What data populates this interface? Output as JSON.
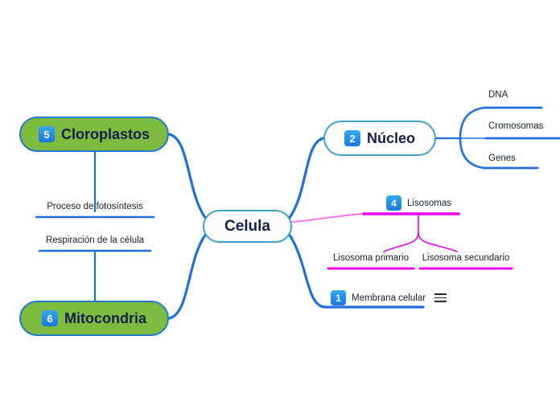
{
  "diagram": {
    "title": "Celula",
    "type": "mind-map",
    "background_color": "#ffffff",
    "colors": {
      "branch_blue": "#1f6fdd",
      "branch_magenta": "#ec00ec",
      "node_green_fill": "#7cba40",
      "node_green_border": "#2279cf",
      "node_white_fill": "#fbfdfb",
      "node_white_border": "#3ea3cc",
      "badge_blue": "#1878dd",
      "text_dark": "#15214a"
    }
  },
  "center": {
    "label": "Celula"
  },
  "nodes": {
    "cloroplastos": {
      "badge": "5",
      "label": "Cloroplastos"
    },
    "mitocondria": {
      "badge": "6",
      "label": "Mitocondria"
    },
    "nucleo": {
      "badge": "2",
      "label": "Núcleo"
    },
    "lisosomas": {
      "badge": "4",
      "label": "Lisosomas"
    },
    "membrana": {
      "badge": "1",
      "label": "Membrana celular",
      "menu_icon": "hamburger-icon"
    }
  },
  "leaves": {
    "fotosintesis": "Proceso de fotosíntesis",
    "respiracion": "Respiración de la célula",
    "dna": "DNA",
    "cromosomas": "Cromosomas",
    "genes": "Genes",
    "lisosoma_primario": "Lisosoma primario",
    "lisosoma_secundario": "Lisosoma secundario"
  }
}
